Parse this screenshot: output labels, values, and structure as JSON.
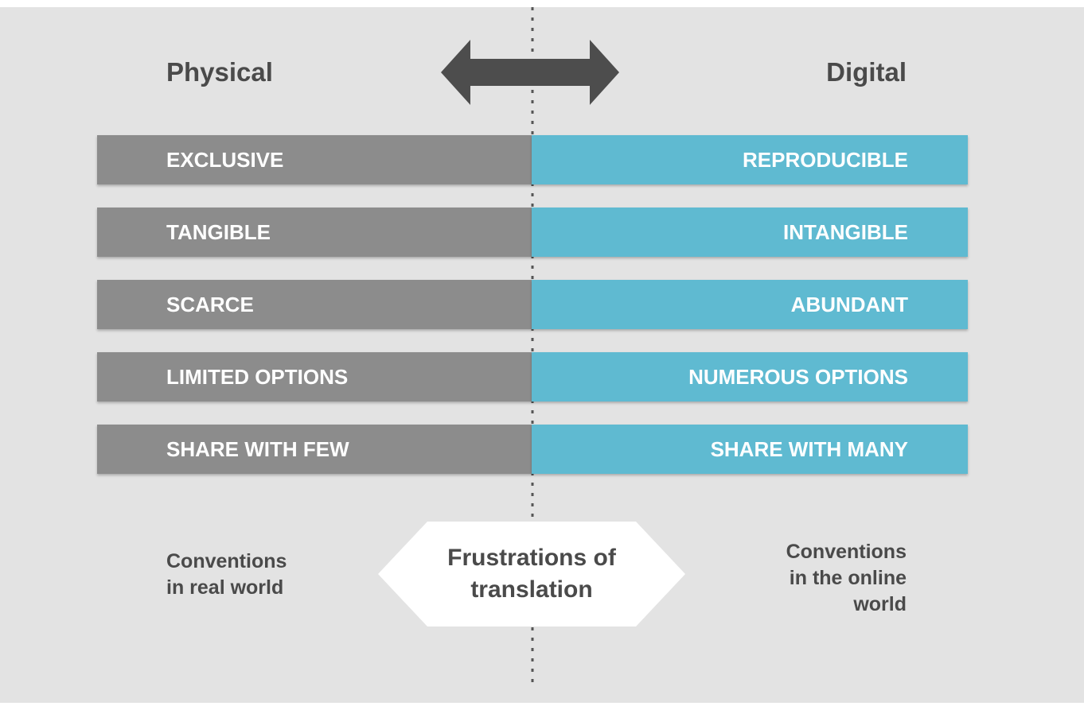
{
  "headings": {
    "left": "Physical",
    "right": "Digital"
  },
  "rows": [
    {
      "physical": "EXCLUSIVE",
      "digital": "REPRODUCIBLE"
    },
    {
      "physical": "TANGIBLE",
      "digital": "INTANGIBLE"
    },
    {
      "physical": "SCARCE",
      "digital": "ABUNDANT"
    },
    {
      "physical": "LIMITED OPTIONS",
      "digital": "NUMEROUS OPTIONS"
    },
    {
      "physical": "SHARE WITH FEW",
      "digital": "SHARE WITH MANY"
    }
  ],
  "notes": {
    "left": [
      "Conventions",
      "in real world"
    ],
    "right": [
      "Conventions",
      "in the online",
      "world"
    ]
  },
  "center_label": [
    "Frustrations of",
    "translation"
  ],
  "colors": {
    "background": "#e3e3e3",
    "physical_bar": "#8c8c8c",
    "digital_bar": "#5fbad1",
    "text_dark": "#4a4a4a",
    "arrow": "#4d4d4d"
  },
  "icons": {
    "arrow": "double-headed-arrow-icon",
    "label_shape": "hexagon-shape"
  }
}
